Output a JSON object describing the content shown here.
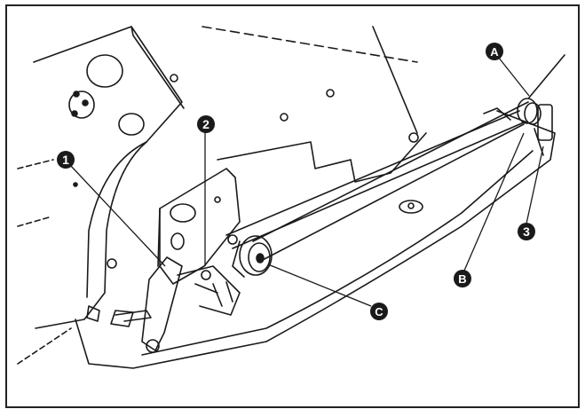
{
  "callouts": {
    "num_1": "1",
    "num_2": "2",
    "num_3": "3",
    "letter_a": "A",
    "letter_b": "B",
    "letter_c": "C"
  },
  "colors": {
    "ink": "#1a1a1a",
    "paper": "#ffffff",
    "border": "#222222"
  }
}
